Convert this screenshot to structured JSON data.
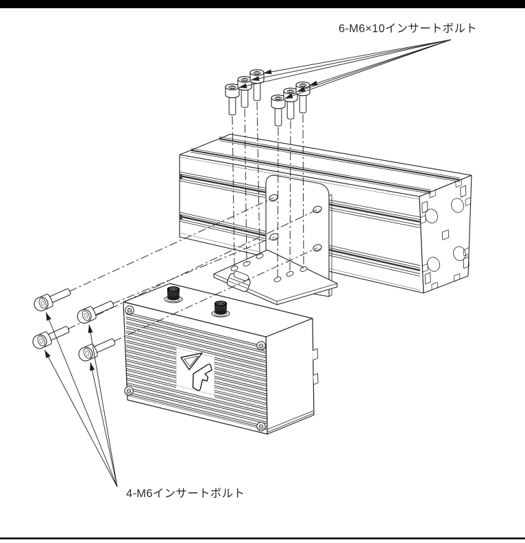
{
  "page": {
    "background": "#ffffff",
    "line_color": "#1f1f1f",
    "connector_fill": "#1d1d1d",
    "text_color": "#2a2a2a"
  },
  "frame": {
    "top_bar_color": "#000000",
    "bottom_rule_color": "#000000"
  },
  "annotations": {
    "top_label": {
      "text": "6-M6×10インサートボルト",
      "bolt_count": 6,
      "points_to": "six-m6x10-insert-bolts"
    },
    "bottom_label": {
      "text": "4-M6インサートボルト",
      "bolt_count": 4,
      "points_to": "four-m6-insert-bolts"
    }
  },
  "parts": [
    {
      "name": "aluminum-extrusion-rail"
    },
    {
      "name": "l-mounting-bracket"
    },
    {
      "name": "finned-device-enclosure"
    },
    {
      "name": "m12-connector",
      "count": 2
    },
    {
      "name": "socket-head-insert-bolt-top",
      "count": 6
    },
    {
      "name": "socket-head-insert-bolt-side",
      "count": 4
    }
  ]
}
